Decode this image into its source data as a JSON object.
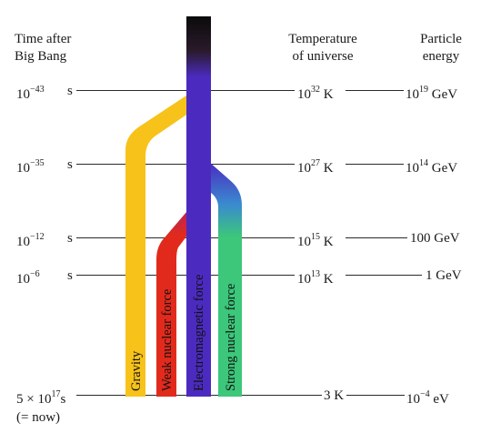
{
  "headers": {
    "time": [
      "Time after",
      "Big Bang"
    ],
    "temperature": [
      "Temperature",
      "of universe"
    ],
    "energy": [
      "Particle",
      "energy"
    ]
  },
  "rows": [
    {
      "time_base": "10",
      "time_exp": "−43",
      "time_unit": "s",
      "temp_base": "10",
      "temp_exp": "32",
      "temp_unit": "K",
      "energy_base": "10",
      "energy_exp": "19",
      "energy_unit": "GeV"
    },
    {
      "time_base": "10",
      "time_exp": "−35",
      "time_unit": "s",
      "temp_base": "10",
      "temp_exp": "27",
      "temp_unit": "K",
      "energy_base": "10",
      "energy_exp": "14",
      "energy_unit": "GeV"
    },
    {
      "time_base": "10",
      "time_exp": "−12",
      "time_unit": "s",
      "temp_base": "10",
      "temp_exp": "15",
      "temp_unit": "K",
      "energy_base": "100",
      "energy_exp": "",
      "energy_unit": "GeV"
    },
    {
      "time_base": "10",
      "time_exp": "−6",
      "time_unit": "s",
      "temp_base": "10",
      "temp_exp": "13",
      "temp_unit": "K",
      "energy_base": "1",
      "energy_exp": "",
      "energy_unit": "GeV"
    },
    {
      "time_base": "5 × 10",
      "time_exp": "17",
      "time_unit": "s",
      "temp_base": "3",
      "temp_exp": "",
      "temp_unit": "K",
      "energy_base": "10",
      "energy_exp": "−4",
      "energy_unit": "eV"
    }
  ],
  "now_note": "(= now)",
  "forces": {
    "gravity": "Gravity",
    "weak": "Weak nuclear force",
    "em": "Electromagnetic force",
    "strong": "Strong nuclear force"
  },
  "colors": {
    "gravity": "#f7c21a",
    "weak": "#e22a1c",
    "em": "#4b2bbf",
    "strong": "#3cc77a",
    "unified_top": "#111111"
  }
}
